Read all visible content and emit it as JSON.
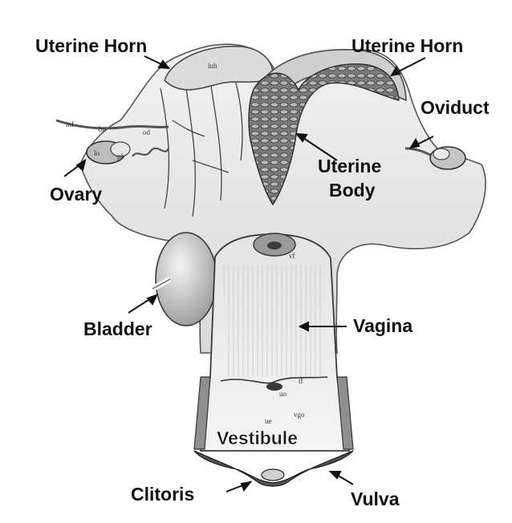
{
  "colors": {
    "background": "#ffffff",
    "ink": "#111111",
    "tissue_light": "#efefef",
    "tissue_mid": "#d2d2d2",
    "tissue_dark": "#8a8a8a",
    "mucosa": "#6a6a6a"
  },
  "labels": {
    "uterine_horn_left": "Uterine Horn",
    "uterine_horn_right": "Uterine Horn",
    "oviduct": "Oviduct",
    "ovary": "Ovary",
    "uterine_body_line1": "Uterine",
    "uterine_body_line2": "Body",
    "bladder": "Bladder",
    "vagina": "Vagina",
    "vestibule": "Vestibule",
    "clitoris": "Clitoris",
    "vulva": "Vulva"
  },
  "small_annotations": {
    "luh": "luh",
    "fm": "fm",
    "od": "od",
    "inf": "inf",
    "lo": "lo",
    "pf": "pf",
    "vf": "vf",
    "tf": "tf",
    "uo": "uo",
    "vgo": "vgo",
    "ue": "ue"
  }
}
